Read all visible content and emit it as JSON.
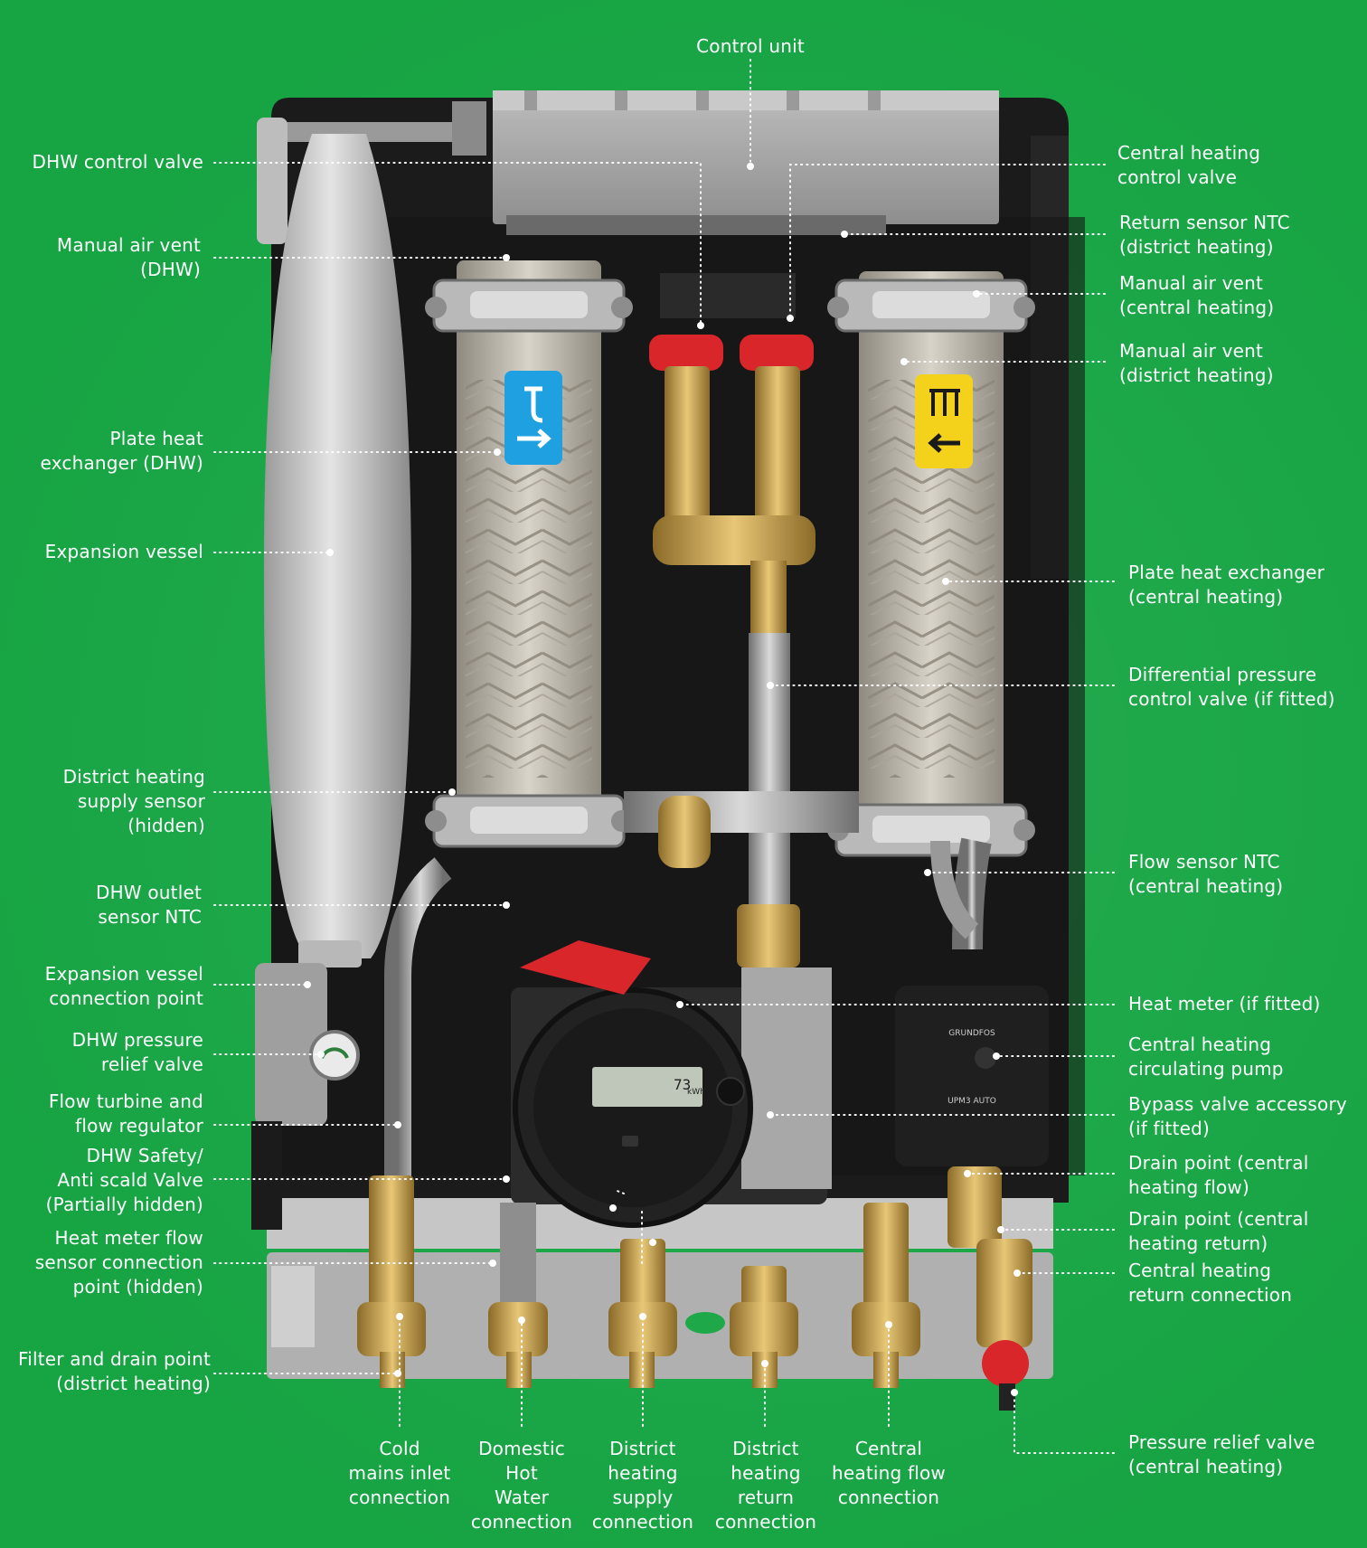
{
  "labels": {
    "control_unit": "Control unit",
    "dhw_control_valve": "DHW control valve",
    "manual_air_vent_dhw": "Manual air vent\n(DHW)",
    "plate_hx_dhw": "Plate heat\nexchanger (DHW)",
    "expansion_vessel": "Expansion vessel",
    "dh_supply_sensor": "District heating\nsupply sensor\n(hidden)",
    "dhw_outlet_sensor": "DHW outlet\nsensor NTC",
    "expansion_vessel_conn": "Expansion vessel\nconnection point",
    "dhw_prv": "DHW pressure\nrelief valve",
    "flow_turbine": "Flow turbine and\nflow regulator",
    "dhw_safety_valve": "DHW Safety/\nAnti scald Valve\n(Partially hidden)",
    "heat_meter_flow_sensor": "Heat meter flow\nsensor connection\npoint (hidden)",
    "filter_drain_dh": "Filter and drain point\n(district heating)",
    "ch_control_valve": "Central heating\ncontrol valve",
    "return_sensor_dh": "Return sensor NTC\n(district heating)",
    "manual_air_vent_ch": "Manual air vent\n(central heating)",
    "manual_air_vent_dh": "Manual air vent\n(district heating)",
    "plate_hx_ch": "Plate heat exchanger\n(central heating)",
    "diff_pressure_valve": "Differential pressure\ncontrol valve (if fitted)",
    "flow_sensor_ch": "Flow sensor NTC\n(central heating)",
    "heat_meter": "Heat meter (if fitted)",
    "ch_pump": "Central heating\ncirculating pump",
    "bypass_valve": "Bypass valve accessory\n(if fitted)",
    "drain_ch_flow": "Drain point (central\nheating flow)",
    "drain_ch_return": "Drain point (central\nheating return)",
    "ch_return_conn": "Central heating\nreturn connection",
    "prv_ch": "Pressure relief valve\n(central heating)",
    "cold_mains": "Cold\nmains inlet\nconnection",
    "dhw_conn": "Domestic\nHot\nWater\nconnection",
    "dh_supply_conn": "District\nheating\nsupply\nconnection",
    "dh_return_conn": "District\nheating\nreturn\nconnection",
    "ch_flow_conn": "Central\nheating flow\nconnection"
  },
  "device": {
    "heat_meter_display": "73",
    "heat_meter_unit": "kWh",
    "pump_brand": "GRUNDFOS",
    "pump_model": "UPM3 AUTO"
  },
  "colors": {
    "background": "#1ea84a",
    "dhw_badge": "#1fa0e0",
    "ch_badge": "#f4d21c",
    "valve_caps": "#d8262a",
    "brass": "#c9a24a"
  }
}
